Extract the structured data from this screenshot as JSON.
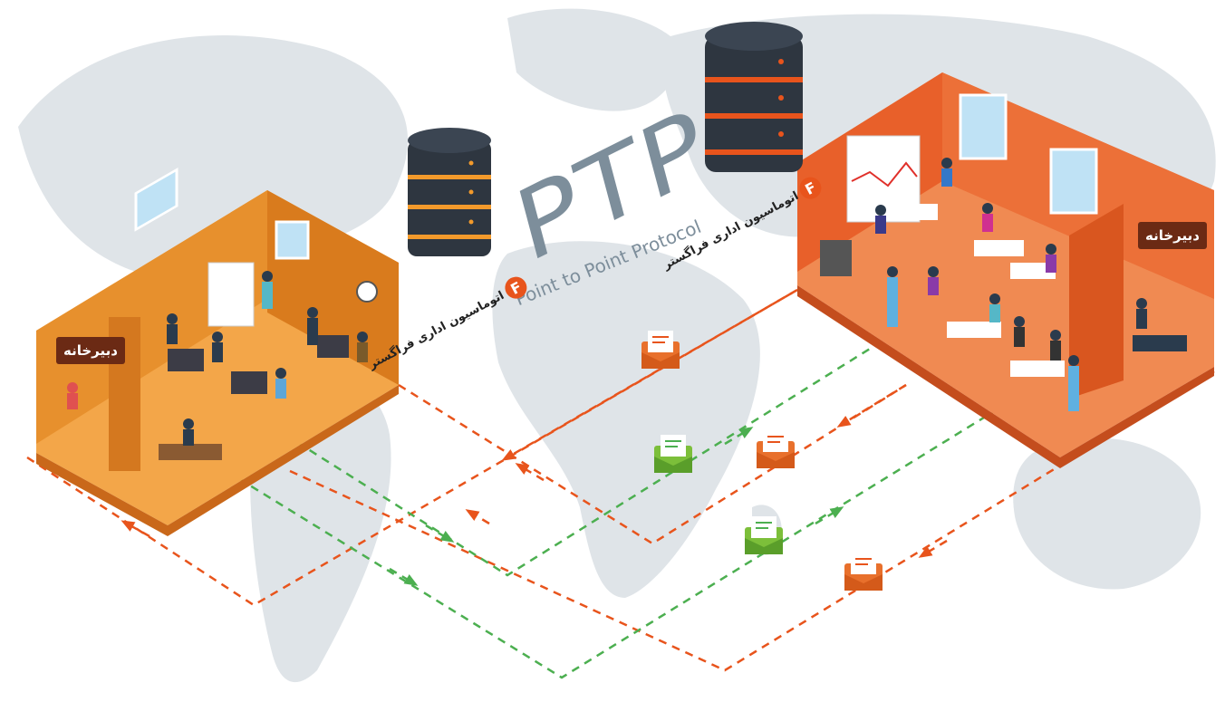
{
  "title": "PTP",
  "subtitle": "Point to Point Protocol",
  "brand_left": "اتوماسیون اداری فراگستر",
  "brand_right": "اتوماسیون اداری فراگستر",
  "brand_logo": "F",
  "room_left_sign": "دبیرخانه",
  "room_right_sign": "دبیرخانه",
  "colors": {
    "map": "#dfe4e8",
    "orange_arrow": "#e8541c",
    "green_arrow": "#4caf50",
    "room_left": "#e7902d",
    "room_right": "#e8602a",
    "server": "#2e3640"
  },
  "icons": [
    "server-icon",
    "mail-envelope-icon",
    "brand-logo-icon"
  ]
}
